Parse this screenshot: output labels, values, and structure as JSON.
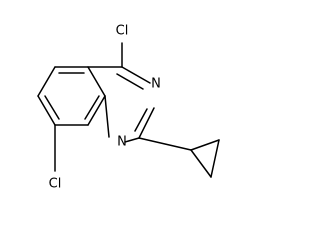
{
  "molecule": {
    "atoms": {
      "cl_top": "Cl",
      "n3": "N",
      "n1": "N",
      "cl_bottom": "Cl"
    },
    "colors": {
      "bond": "#000000",
      "label": "#000000",
      "background": "#ffffff"
    }
  }
}
